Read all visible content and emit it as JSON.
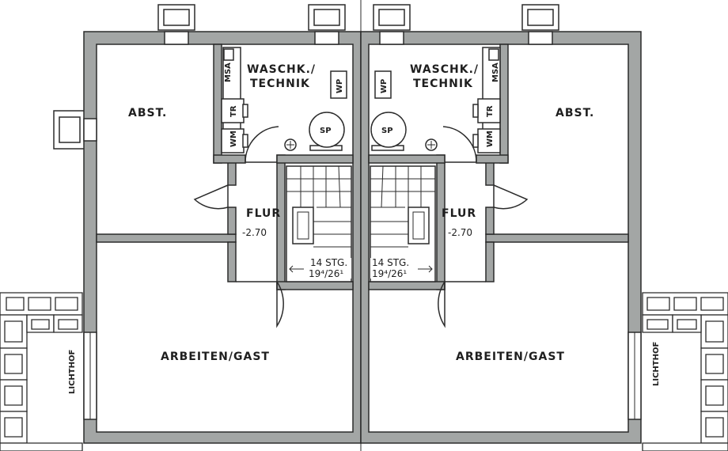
{
  "plan": {
    "left_unit": {
      "rooms": {
        "storage": "ABST.",
        "laundry_line1": "WASCHK./",
        "laundry_line2": "TECHNIK",
        "hall": "FLUR",
        "level": "-2.70",
        "work_guest": "ARBEITEN/GAST",
        "lightwell": "LICHTHOF"
      },
      "fixtures": {
        "msa": "MSA",
        "wp": "WP",
        "tr": "TR",
        "wm": "WM",
        "sp": "SP"
      },
      "stair": {
        "line1": "14  STG.",
        "line2": "19⁴/26¹"
      }
    },
    "right_unit": {
      "rooms": {
        "storage": "ABST.",
        "laundry_line1": "WASCHK./",
        "laundry_line2": "TECHNIK",
        "hall": "FLUR",
        "level": "-2.70",
        "work_guest": "ARBEITEN/GAST",
        "lightwell": "LICHTHOF"
      },
      "fixtures": {
        "msa": "MSA",
        "wp": "WP",
        "tr": "TR",
        "wm": "WM",
        "sp": "SP"
      },
      "stair": {
        "line1": "14  STG.",
        "line2": "19⁴/26¹"
      }
    }
  }
}
